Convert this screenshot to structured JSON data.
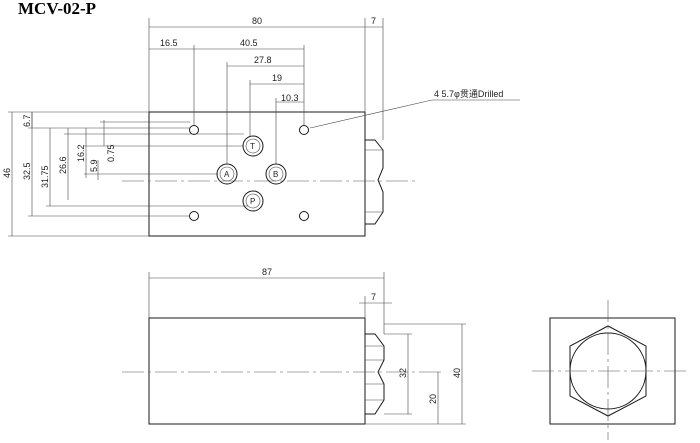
{
  "title": "MCV-02-P",
  "drill_note": "4 5.7φ贯通Drilled",
  "ports": {
    "a": "A",
    "b": "B",
    "t": "T",
    "p": "P"
  },
  "top_dims": {
    "width_80": "80",
    "nut_7": "7",
    "d_16_5": "16.5",
    "d_40_5": "40.5",
    "d_27_8": "27.8",
    "d_19": "19",
    "d_10_3": "10.3"
  },
  "left_dims": {
    "h_46": "46",
    "h_32_5": "32.5",
    "h_31_75": "31.75",
    "h_26_6": "26.6",
    "h_16_2": "16.2",
    "h_5_9": "5.9",
    "h_0_75": "0.75",
    "h_6_7": "6.7"
  },
  "side_dims": {
    "length_87": "87",
    "nut_7": "7",
    "hex_32": "32",
    "center_20": "20",
    "height_40": "40"
  }
}
